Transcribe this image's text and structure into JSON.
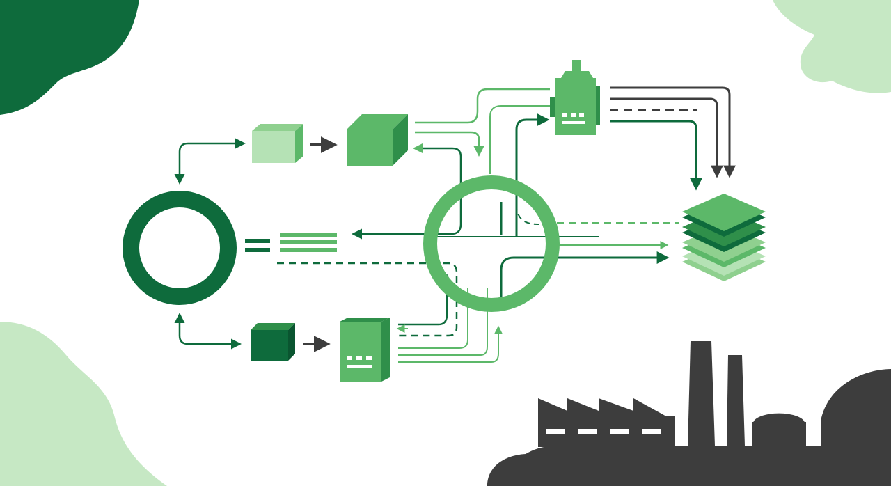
{
  "diagram": {
    "kind": "industrial-circular-flow-illustration",
    "text_labels": [],
    "colors": {
      "dark_green": "#0e6b3c",
      "mid_green": "#5cb869",
      "light_green": "#b5e2b5",
      "pale_green": "#c6e8c4",
      "charcoal": "#3d3d3d",
      "background": "#ffffff"
    },
    "nodes": [
      {
        "id": "recycle-ring",
        "shape": "ring"
      },
      {
        "id": "light-cube",
        "shape": "cube"
      },
      {
        "id": "green-block",
        "shape": "cube"
      },
      {
        "id": "dark-cube",
        "shape": "cube"
      },
      {
        "id": "server-box",
        "shape": "box-with-slots"
      },
      {
        "id": "central-hub",
        "shape": "ring-with-crossing-lines"
      },
      {
        "id": "machine",
        "shape": "machine-with-chimney"
      },
      {
        "id": "layered-stack",
        "shape": "stacked-plates"
      },
      {
        "id": "factory",
        "shape": "factory-silhouette"
      }
    ],
    "icons": [
      "recycle-ring-icon",
      "cube-icon",
      "server-icon",
      "stack-icon",
      "factory-icon",
      "machine-icon",
      "equals-icon"
    ]
  }
}
